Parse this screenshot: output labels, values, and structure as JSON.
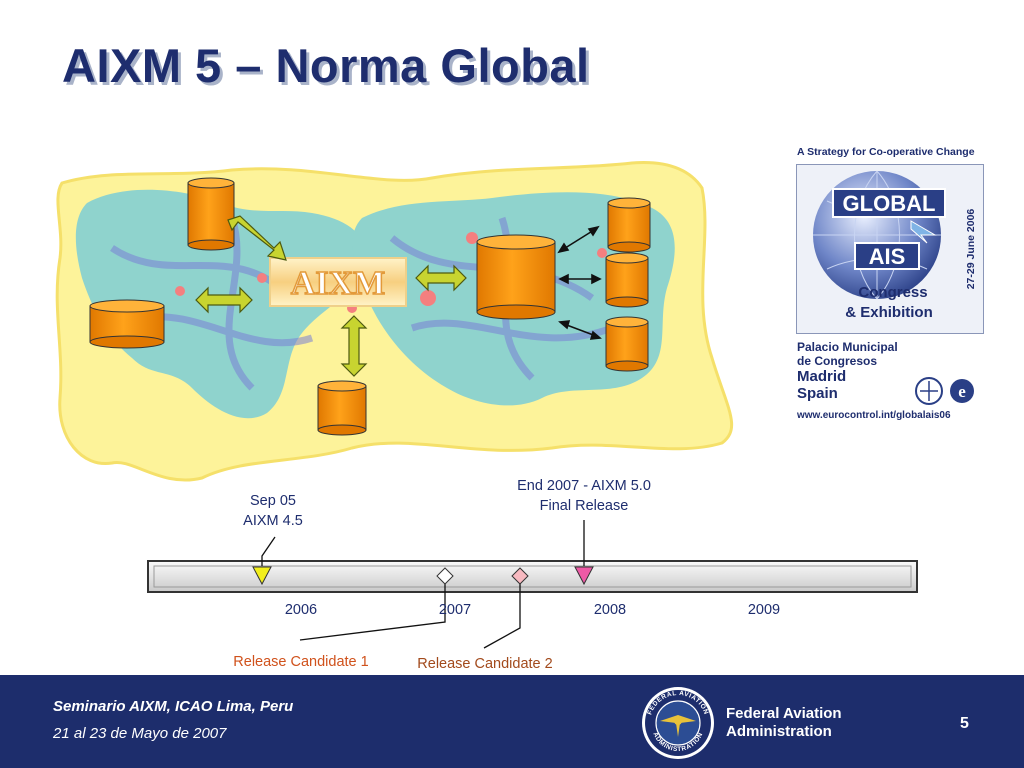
{
  "slide": {
    "title": "AIXM 5 – Norma Global",
    "page_number": "5"
  },
  "diagram": {
    "hub_label": "AIXM",
    "colors": {
      "map_land": "#fdf39a",
      "map_sea": "#8fd3cd",
      "database": "#ff9a00",
      "arrow": "#c8d430"
    }
  },
  "global_ais_logo": {
    "tagline": "A Strategy for Co-operative Change",
    "word1": "GLOBAL",
    "word2": "AIS",
    "congress": "Congress",
    "exhibition": "& Exhibition",
    "dates": "27-29 June 2006",
    "venue1": "Palacio Municipal",
    "venue2": "de Congresos",
    "city": "Madrid",
    "country": "Spain",
    "url": "www.eurocontrol.int/globalais06"
  },
  "timeline": {
    "years": [
      "2006",
      "2007",
      "2008",
      "2009"
    ],
    "milestones": [
      {
        "line1": "Sep 05",
        "line2": "AIXM 4.5"
      },
      {
        "line1": "End 2007 - AIXM 5.0",
        "line2": "Final Release"
      }
    ],
    "release_candidates": [
      "Release Candidate 1",
      "Release Candidate 2"
    ]
  },
  "footer": {
    "seminar": "Seminario AIXM, ICAO Lima, Peru",
    "dates": "21 al 23 de Mayo de 2007",
    "agency_line1": "Federal Aviation",
    "agency_line2": "Administration",
    "seal_text_top": "FEDERAL AVIATION",
    "seal_text_bottom": "ADMINISTRATION"
  }
}
